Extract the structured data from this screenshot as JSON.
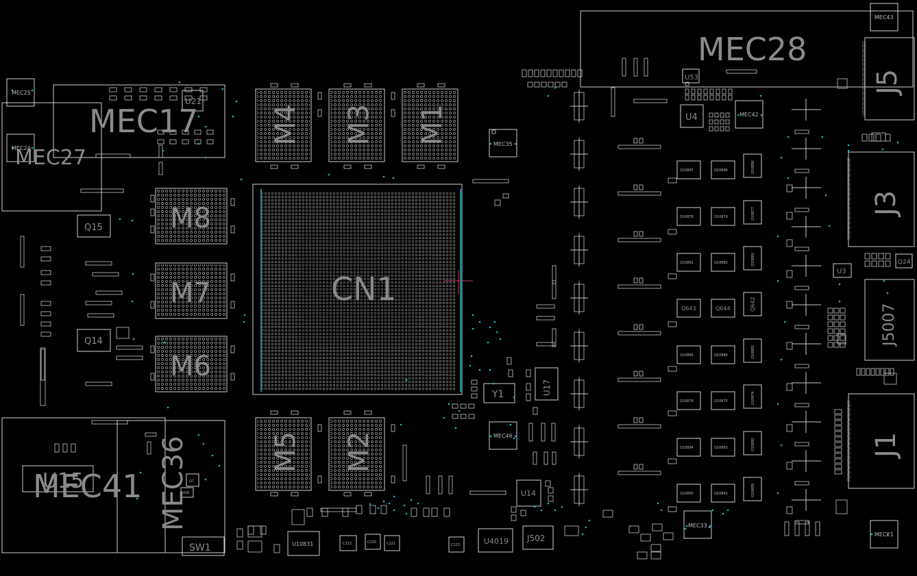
{
  "board": {
    "background": "#000000",
    "outline_color": "#d0d0d0",
    "label_color": "#8a8a8a",
    "via_color": "#20b8c8"
  },
  "labels": {
    "cn1": "CN1",
    "m1": "M1",
    "m2": "M2",
    "m3": "M3",
    "m4": "M4",
    "m5": "M5",
    "m6": "M6",
    "m7": "M7",
    "m8": "M8",
    "mec28": "MEC28",
    "mec17": "MEC17",
    "mec27": "MEC27",
    "mec41": "MEC41",
    "mec36": "MEC36",
    "mec25": "MEC25",
    "mec24": "MEC24",
    "mec35": "MEC35",
    "mec42": "MEC42",
    "mec43": "MEC43",
    "mec46": "MEC46",
    "mec33": "MEC33",
    "mec21": "MEC21",
    "j5": "J5",
    "j3": "J3",
    "j1": "J1",
    "j5007": "J5007",
    "j502": "J502",
    "u21": "U21",
    "u4": "U4",
    "u3": "U3",
    "u14": "U14",
    "u17": "U17",
    "u10831": "U10831",
    "u4019": "U4019",
    "u53": "U53",
    "u15": "U15",
    "q15": "Q15",
    "q14": "Q14",
    "q24": "Q24",
    "q643": "Q643",
    "q644": "Q644",
    "q642": "Q642",
    "q7": "Q7",
    "q16": "Q16",
    "sw1": "SW1",
    "y1": "Y1",
    "c222": "C222",
    "c220": "C220",
    "c221": "C221",
    "c223": "C223",
    "q10897": "Q10897",
    "q10896": "Q10896",
    "q10886": "Q10886",
    "q10878": "Q10878",
    "q10879": "Q10879",
    "q10877": "Q10877",
    "q10881": "Q10881",
    "q10882": "Q10882",
    "q10880": "Q10880",
    "q10885": "Q10885",
    "q10884": "Q10884",
    "q10883": "Q10883",
    "q10876": "Q10876",
    "q10875": "Q10875",
    "q10874": "Q10874",
    "q10894": "Q10894",
    "q10893": "Q10893",
    "q10892": "Q10892",
    "q10890": "Q10890",
    "q10891": "Q10891",
    "q10889": "Q10889"
  }
}
